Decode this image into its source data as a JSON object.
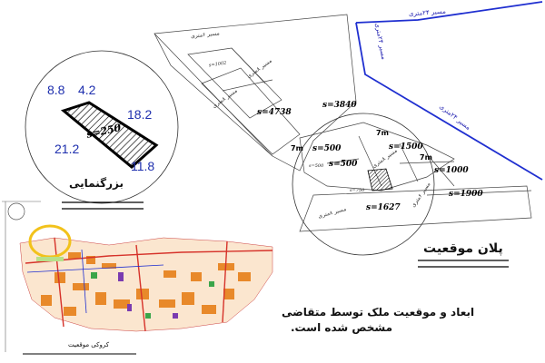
{
  "colors": {
    "route_line": "#1f2fd0",
    "dimension_text": "#1e2fae",
    "plot_hatch": "#000000",
    "highlight_circle": "#f2c21b",
    "map_orange": "#e8892a",
    "map_red": "#d6322a"
  },
  "roads": {
    "route_top": "مسیر ۲۴متری",
    "route_left": "مسیر ۲۴متری",
    "route_right": "مسیر ۲۴متری",
    "road_a": "مسیر ۶متری",
    "road_b": "مسیر ۸متری",
    "road_c": "مسیر ۸متری",
    "road_d": "مسیر ۸متری",
    "road_e": "مسیر ۸متری",
    "road_f": "مسیر ۶متری"
  },
  "parcels": {
    "p1": "s=3840",
    "p2": "s=4738",
    "p3": "s=1002",
    "p4": "s=1500",
    "p5": "s=500",
    "p6": "s=500",
    "p7": "s=500",
    "p8": "s=1000",
    "p9": "s=1900",
    "p10": "s=1627",
    "p11": "s=750"
  },
  "widths": {
    "w1": "7m",
    "w2": "7m",
    "w3": "7m"
  },
  "magnifier": {
    "area": "s=250",
    "dim_top_left": "8.8",
    "dim_top": "4.2",
    "dim_right": "18.2",
    "dim_left": "21.2",
    "dim_bottom": "11.8",
    "caption": "بزرگنمایی"
  },
  "legend": {
    "title": "پلان موقعیت",
    "description_line1": "ابعاد و موقعیت ملک توسط متقاضی",
    "description_line2": "مشخص شده است.",
    "small_map_caption": "کروکی موقعیت"
  }
}
